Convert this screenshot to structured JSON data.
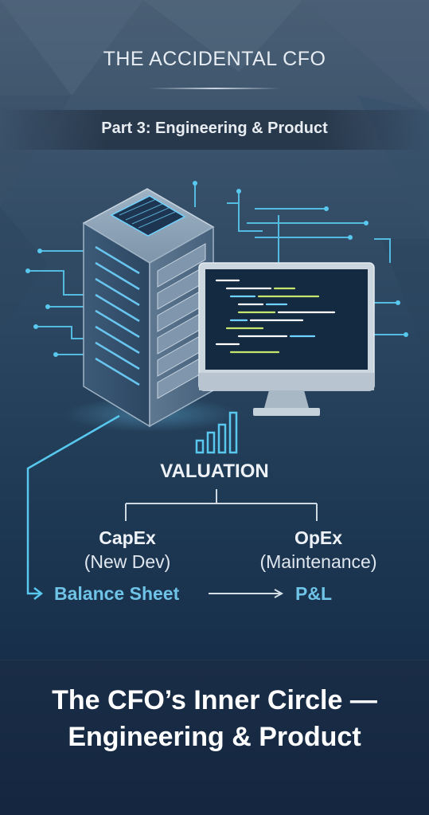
{
  "header": {
    "series_title": "THE ACCIDENTAL CFO",
    "part_label": "Part 3: Engineering & Product"
  },
  "illustration": {
    "server_icon": "server-rack-icon",
    "monitor_icon": "code-monitor-icon",
    "chart_icon": "bar-chart-icon"
  },
  "diagram": {
    "valuation": "VALUATION",
    "capex": "CapEx",
    "capex_note": "(New Dev)",
    "opex": "OpEx",
    "opex_note": "(Maintenance)",
    "balance_sheet": "Balance Sheet",
    "pl": "P&L"
  },
  "footer": {
    "line1": "The CFO’s Inner Circle —",
    "line2": "Engineering & Product"
  },
  "colors": {
    "accent_cyan": "#6fc3e6",
    "circuit_cyan": "#58c8ee",
    "background_top": "#4a5f74",
    "background_bottom": "#13243a"
  }
}
